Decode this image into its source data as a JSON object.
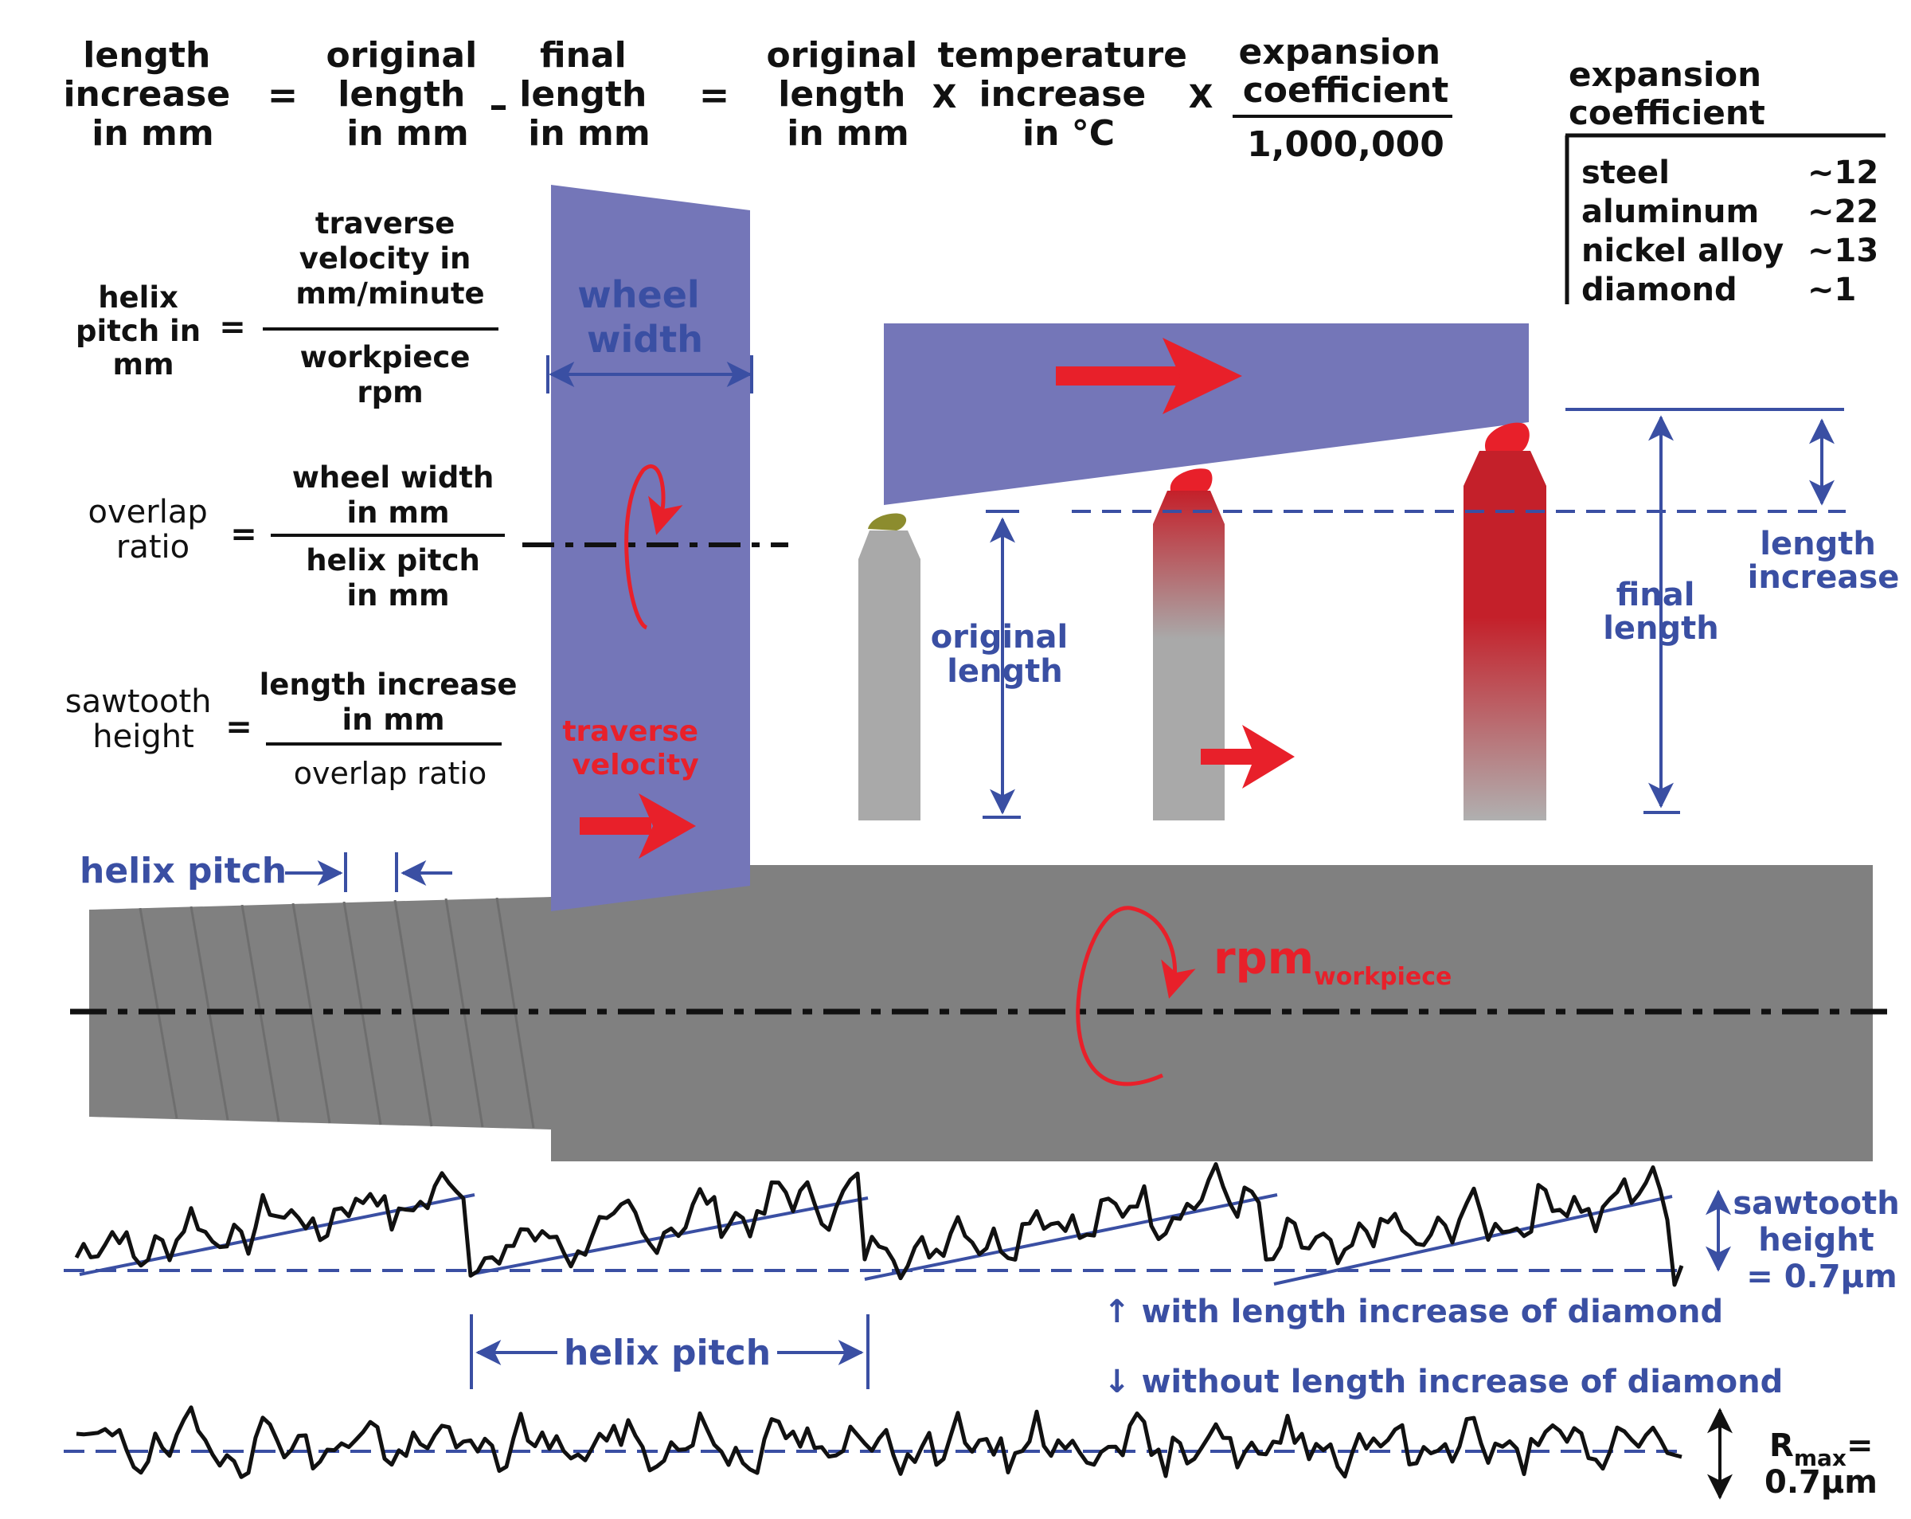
{
  "formula_main": {
    "length_increase": [
      "length",
      "increase",
      "in mm"
    ],
    "eq1": "=",
    "original_length": [
      "original",
      "length",
      "in mm"
    ],
    "minus": "–",
    "final_length": [
      "final",
      "length",
      "in mm"
    ],
    "eq2": "=",
    "original_length_2": [
      "original",
      "length",
      "in mm"
    ],
    "times1": "X",
    "temperature_increase": [
      "temperature",
      "increase",
      "in °C"
    ],
    "times2": "X",
    "coef_numerator": [
      "expansion",
      "coefficient"
    ],
    "coef_denominator": "1,000,000"
  },
  "coef_table": {
    "title": [
      "expansion",
      "coefficient"
    ],
    "rows": [
      {
        "material": "steel",
        "value": "~12"
      },
      {
        "material": "aluminum",
        "value": "~22"
      },
      {
        "material": "nickel alloy",
        "value": "~13"
      },
      {
        "material": "diamond",
        "value": "~1"
      }
    ]
  },
  "formula_helix": {
    "lhs": [
      "helix",
      "pitch in",
      "mm"
    ],
    "eq": "=",
    "numerator": [
      "traverse",
      "velocity in",
      "mm/minute"
    ],
    "denominator": [
      "workpiece",
      "rpm"
    ]
  },
  "formula_overlap": {
    "lhs": [
      "overlap",
      "ratio"
    ],
    "eq": "=",
    "numerator": [
      "wheel width",
      "in mm"
    ],
    "denominator": [
      "helix pitch",
      "in mm"
    ]
  },
  "formula_sawtooth": {
    "lhs": [
      "sawtooth",
      "height"
    ],
    "eq": "=",
    "numerator": [
      "length increase",
      "in mm"
    ],
    "denominator": "overlap ratio"
  },
  "labels": {
    "wheel_width": [
      "wheel",
      "width"
    ],
    "traverse_velocity": [
      "traverse",
      "velocity"
    ],
    "original_length": [
      "original",
      "length"
    ],
    "final_length": [
      "final",
      "length"
    ],
    "length_increase": [
      "length",
      "increase"
    ],
    "helix_pitch_top": "helix pitch",
    "rpm_main": "rpm",
    "rpm_sub": "workpiece",
    "sawtooth_height": [
      "sawtooth",
      "height",
      "= 0.7μm"
    ],
    "with_increase": "↑ with length increase of diamond",
    "helix_pitch_bottom": "helix pitch",
    "without_increase": "↓ without length increase of diamond",
    "rmax_main": "R",
    "rmax_sub": "max",
    "rmax_eq": "=",
    "rmax_value": "0.7μm"
  },
  "colors": {
    "wheel": "#7476b8",
    "workpiece": "#808080",
    "accent_red": "#e8202a",
    "accent_blue": "#3a4fa3",
    "text": "#111111",
    "diamond_grey": "#a9a9a9",
    "diamond_hot": "#c4202a",
    "debris": "#8c8c2e"
  }
}
